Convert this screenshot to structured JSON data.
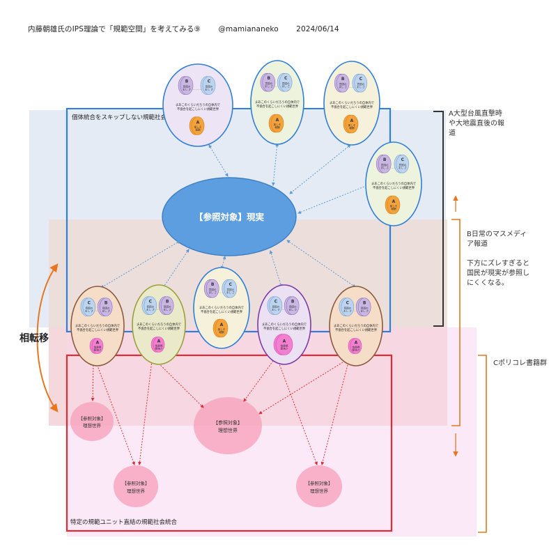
{
  "header": {
    "title": "内藤朝雄氏のIPS理論で「規範空間」を考えてみる⑨",
    "author": "@mamiananeko",
    "date": "2024/06/14"
  },
  "regions": {
    "upper_box_label": "個体統合をスキップしない規範社会統合",
    "lower_box_label": "特定の規範ユニット直結の規範社会統合",
    "center_ellipse": "【参照対象】現実",
    "side_transfer": "相転移"
  },
  "side_notes": {
    "a_line1": "A大型台風直撃時",
    "a_line2": "や大地震直後の報",
    "a_line3": "道",
    "b_line1": "B日常のマスメディ",
    "b_line2": "ア報道",
    "b_line3": "下方にズレすぎると",
    "b_line4": "国民が現実が参照し",
    "b_line5": "にくくなる。",
    "c_line1": "Cポリコレ書籍群"
  },
  "unit": {
    "disc_b": "B",
    "disc_c": "C",
    "disc_a": "A",
    "disc_b_sub": "意図の\nまし さ",
    "disc_c_sub": "意図の\nまし さ",
    "disc_a_sub": "楽しそ\n報酬",
    "disc_a_pink_sub": "快楽規\n範強さ",
    "middle_line1": "まあこのくらいだろうの自体内で",
    "middle_line2": "不協合を起こしにくい規範世界"
  },
  "ideal_worlds": {
    "label_top": "【参照対象】",
    "label_bottom": "理想世界"
  }
}
